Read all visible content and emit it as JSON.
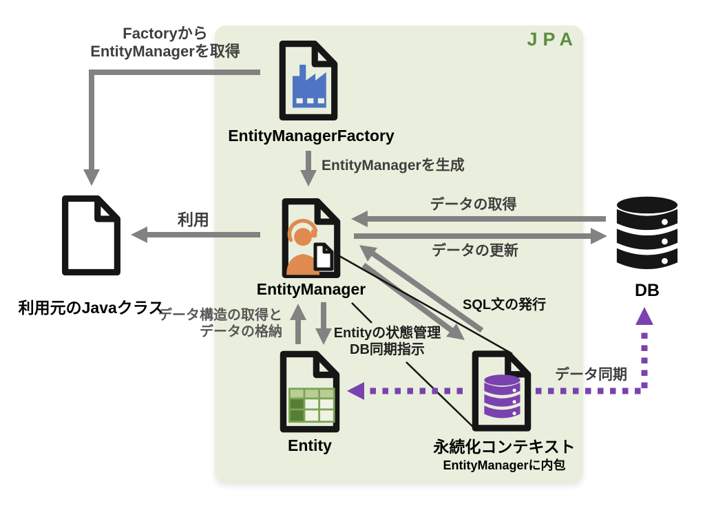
{
  "diagram": {
    "region_label": "JPA",
    "nodes": {
      "factory": "EntityManagerFactory",
      "entity_manager": "EntityManager",
      "java_class": "利用元のJavaクラス",
      "entity": "Entity",
      "persistence_context": "永続化コンテキスト",
      "persistence_context_note": "EntityManagerに内包",
      "db": "DB"
    },
    "edges": {
      "factory_acquire_line1": "Factoryから",
      "factory_acquire_line2": "EntityManagerを取得",
      "create_em": "EntityManagerを生成",
      "use": "利用",
      "data_get": "データの取得",
      "data_update": "データの更新",
      "data_structure_line1": "データ構造の取得と",
      "data_structure_line2": "データの格納",
      "entity_state_line1": "Entityの状態管理",
      "entity_state_line2": "DB同期指示",
      "sql": "SQL文の発行",
      "data_sync": "データ同期"
    },
    "colors": {
      "jpa_box": "#e9efdc",
      "jpa_text": "#5e8b43",
      "arrow_gray": "#828282",
      "icon_black": "#161616",
      "factory_blue": "#4f74c4",
      "person_orange": "#df8a50",
      "purple": "#7a42ae",
      "table_grid": "#7ca356",
      "table_header": "#b9ce95",
      "table_dark": "#567f35",
      "table_light": "#eff3e4",
      "text_dark": "#3e3e3e",
      "text_gray": "#575757"
    }
  }
}
